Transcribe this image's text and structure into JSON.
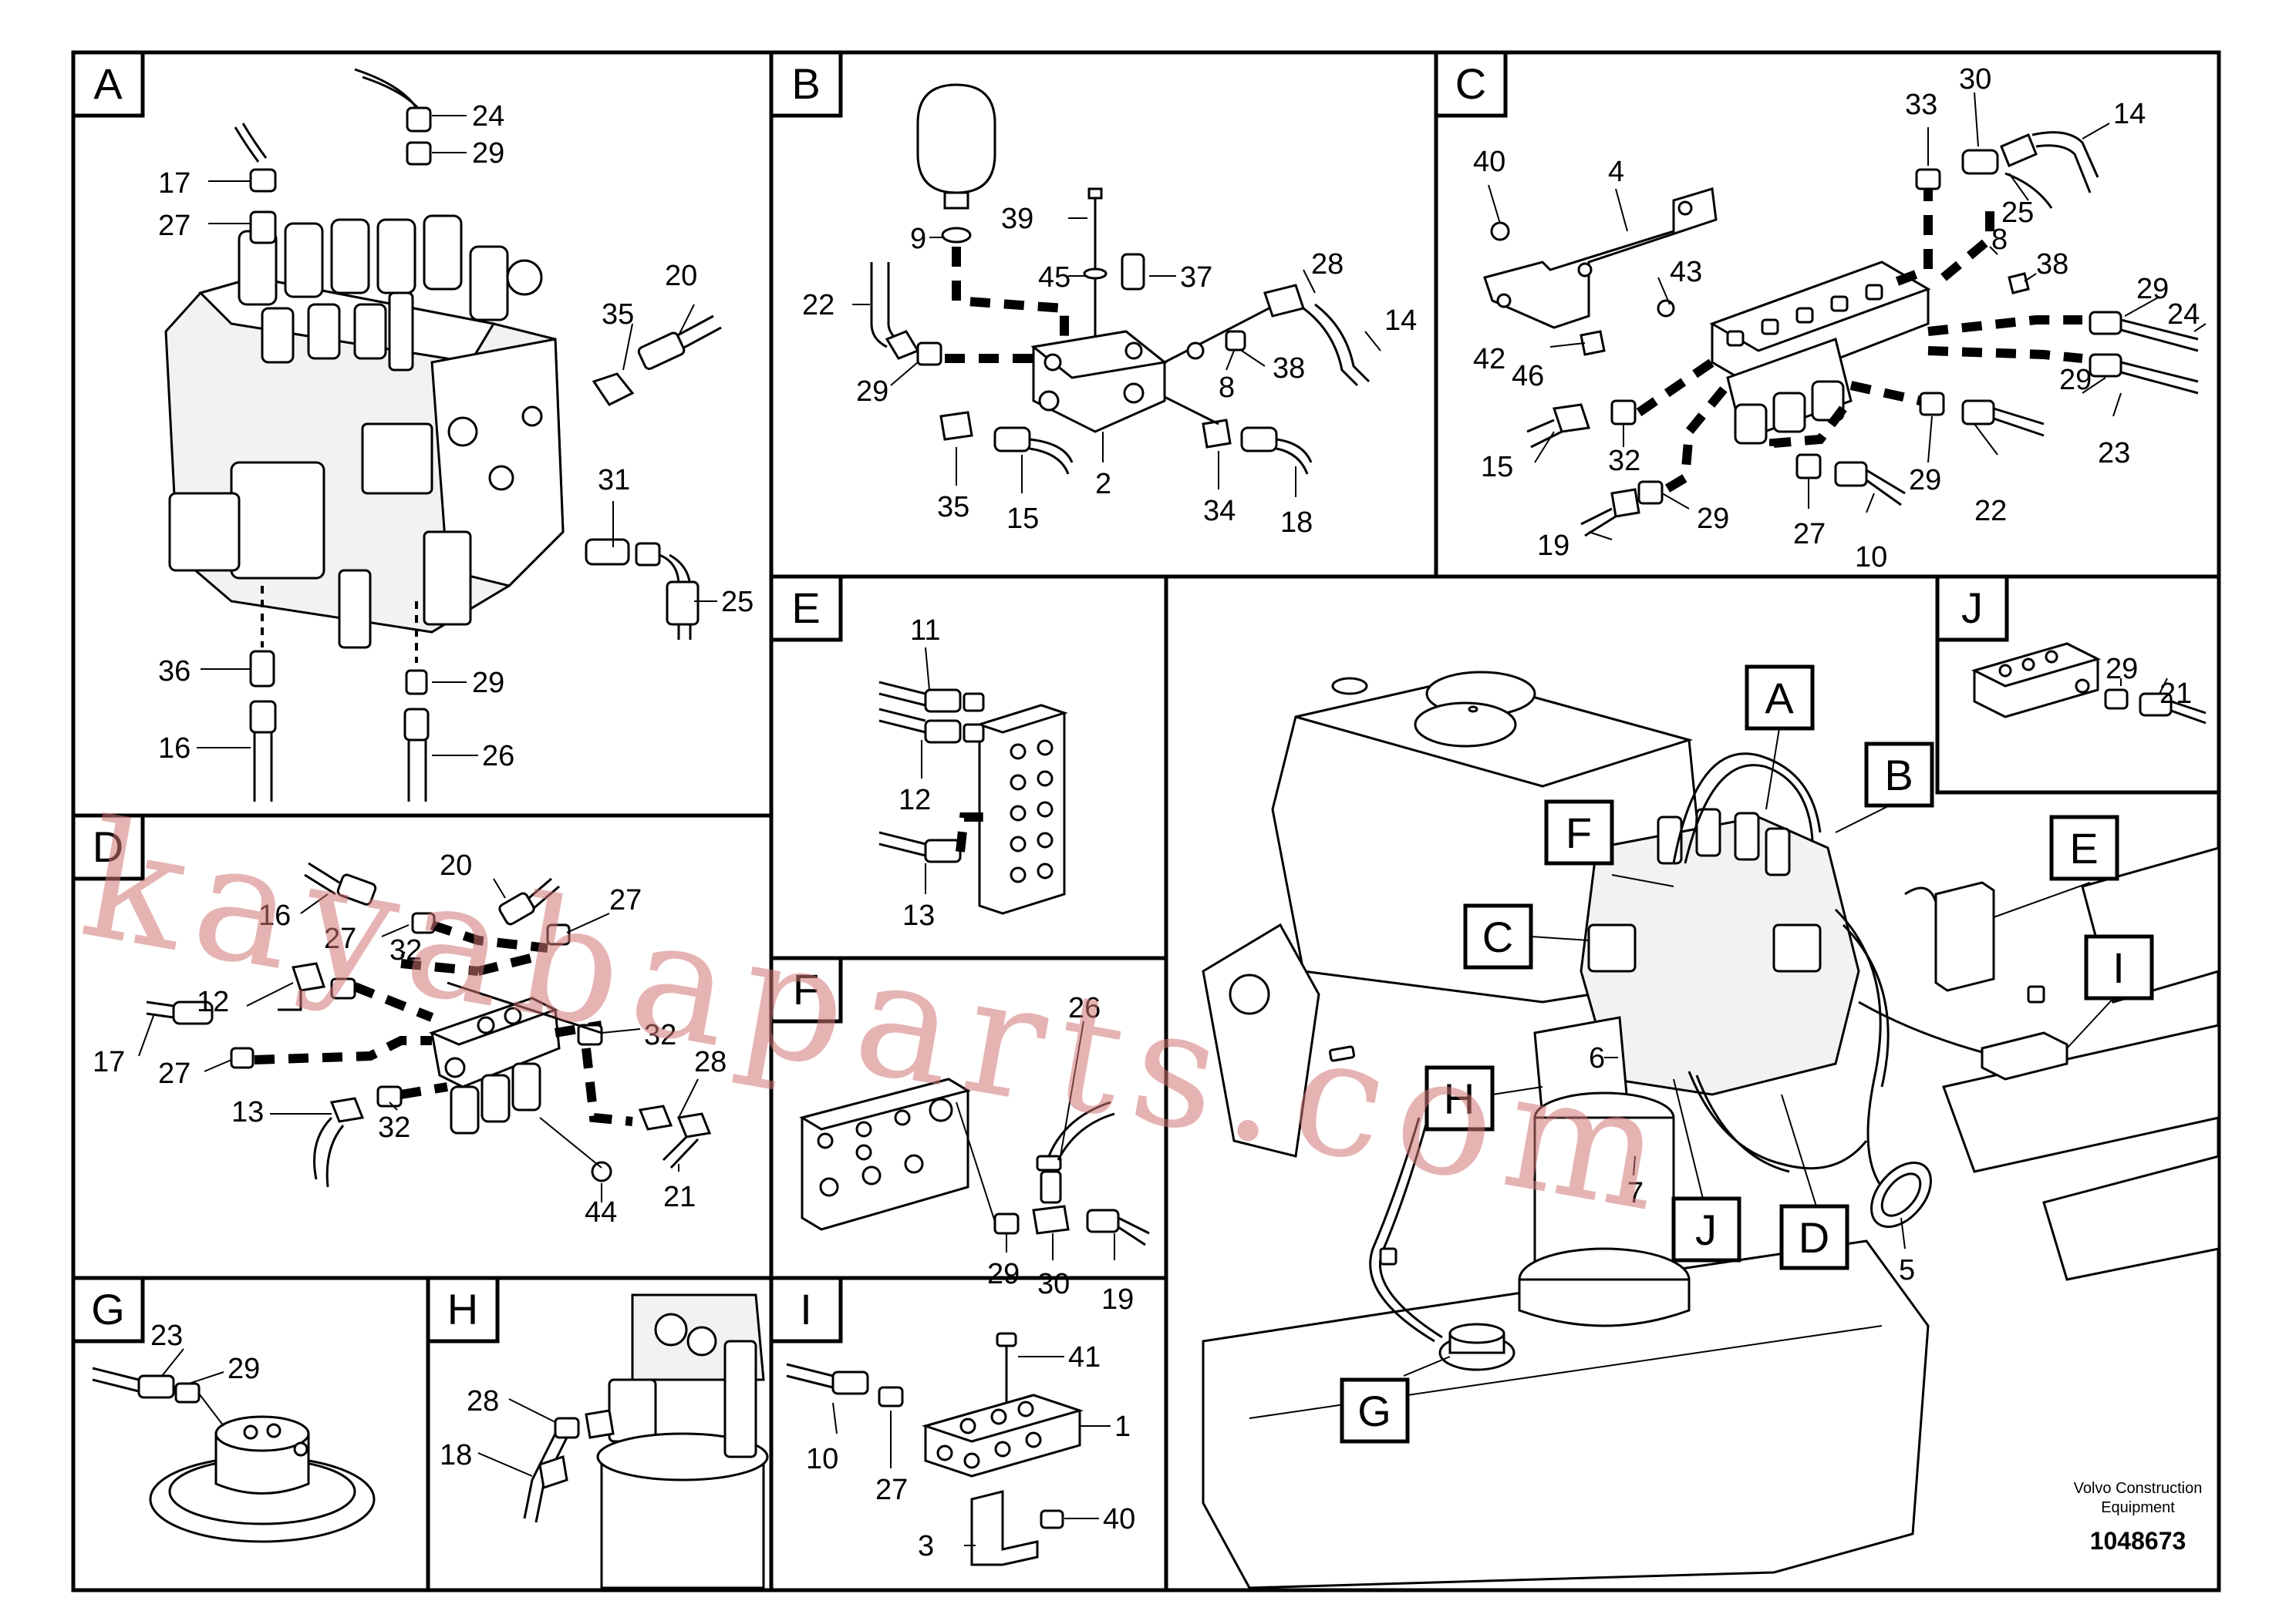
{
  "panels": {
    "A": {
      "tag": "A",
      "callouts": [
        "24",
        "29",
        "17",
        "27",
        "20",
        "35",
        "31",
        "25",
        "36",
        "29",
        "16",
        "26"
      ]
    },
    "B": {
      "tag": "B",
      "callouts": [
        "39",
        "9",
        "45",
        "37",
        "28",
        "22",
        "14",
        "29",
        "38",
        "8",
        "2",
        "35",
        "15",
        "34",
        "18"
      ]
    },
    "C": {
      "tag": "C",
      "callouts": [
        "40",
        "4",
        "33",
        "30",
        "14",
        "25",
        "8",
        "38",
        "43",
        "42",
        "46",
        "29",
        "24",
        "15",
        "32",
        "29",
        "23",
        "29",
        "22",
        "19",
        "29",
        "27",
        "10"
      ]
    },
    "D": {
      "tag": "D",
      "callouts": [
        "16",
        "20",
        "27",
        "27",
        "32",
        "12",
        "17",
        "27",
        "32",
        "28",
        "13",
        "32",
        "44",
        "21"
      ]
    },
    "E": {
      "tag": "E",
      "callouts": [
        "11",
        "12",
        "13"
      ]
    },
    "F": {
      "tag": "F",
      "callouts": [
        "26",
        "29",
        "30",
        "19"
      ]
    },
    "G": {
      "tag": "G",
      "callouts": [
        "23",
        "29"
      ]
    },
    "H": {
      "tag": "H",
      "callouts": [
        "28",
        "18"
      ]
    },
    "I": {
      "tag": "I",
      "callouts": [
        "41",
        "10",
        "27",
        "1",
        "3",
        "40"
      ]
    },
    "J": {
      "tag": "J",
      "callouts": [
        "29",
        "21"
      ]
    }
  },
  "overview": {
    "tags": [
      "A",
      "B",
      "F",
      "C",
      "E",
      "I",
      "H",
      "J",
      "D",
      "G"
    ],
    "callouts": [
      "6",
      "7",
      "5"
    ]
  },
  "footer": {
    "publisher_line1": "Volvo Construction",
    "publisher_line2": "Equipment",
    "document_number": "1048673"
  },
  "watermark": "kayabaparts.com"
}
